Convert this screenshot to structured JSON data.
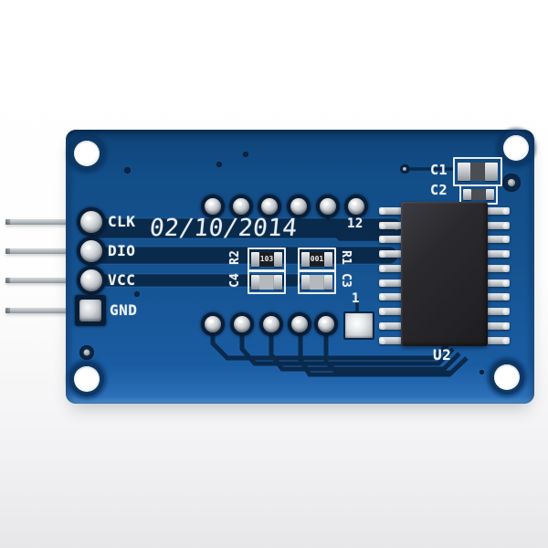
{
  "silkscreen": {
    "pin_labels": [
      {
        "label": "CLK"
      },
      {
        "label": "DIO"
      },
      {
        "label": "VCC"
      },
      {
        "label": "GND"
      }
    ],
    "date_code": "02/10/2014",
    "display_connector": {
      "pin1_label": "1",
      "pin12_label": "12"
    },
    "components": {
      "c1": "C1",
      "c2": "C2",
      "r1": "R1",
      "r2": "R2",
      "c3": "C3",
      "c4": "C4",
      "u2": "U2"
    },
    "markings": {
      "r2": "103",
      "r1": "001"
    }
  },
  "hardware": {
    "header_pin_count": 4,
    "top_pad_count": 6,
    "bottom_round_pad_count": 5,
    "ic_pins_per_side": 10,
    "mounting_hole_count": 4
  },
  "colors": {
    "pcb_blue": "#15528F",
    "trace_navy": "#0A2A4C",
    "silkscreen_white": "#EEF3F8",
    "ic_black": "#26262A",
    "solder_silver": "#C9CDD1",
    "background": "#FFFFFF"
  }
}
